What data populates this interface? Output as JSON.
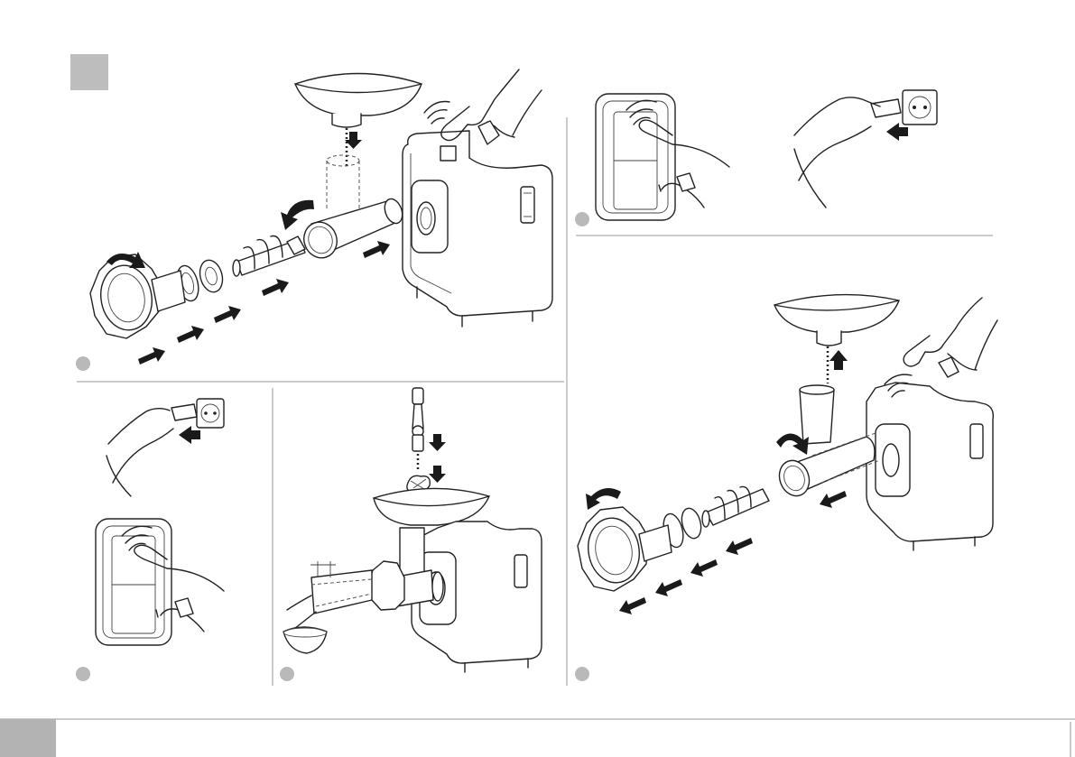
{
  "page": {
    "section_marker": "",
    "page_number": ""
  },
  "panels": [
    {
      "id": "assembly",
      "step_badge": ""
    },
    {
      "id": "power-on",
      "step_badge": ""
    },
    {
      "id": "unplug-start",
      "step_badge": ""
    },
    {
      "id": "feeding",
      "step_badge": ""
    },
    {
      "id": "disassembly",
      "step_badge": ""
    }
  ],
  "colors": {
    "line": "#222222",
    "badge": "#b9b9b9",
    "footer_block": "#b3b3b3",
    "rule": "#9a9a9a"
  },
  "icons": [
    "feed-tray-icon",
    "food-pusher-icon",
    "cutting-ring-nut-icon",
    "auger-icon",
    "knife-icon",
    "cutting-plate-icon",
    "motor-unit-icon",
    "wall-socket-icon",
    "hand-icon",
    "control-panel-icon",
    "bowl-icon",
    "direction-arrow-icon",
    "rotation-arrow-icon"
  ]
}
